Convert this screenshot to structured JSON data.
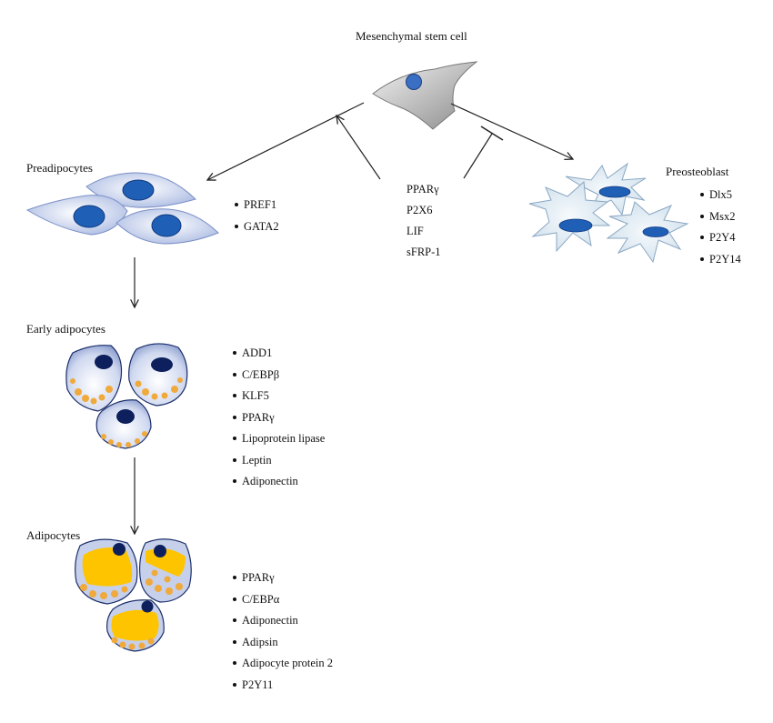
{
  "stages": {
    "msc": "Mesenchymal stem cell",
    "preadipocytes": "Preadipocytes",
    "early_adipocytes": "Early adipocytes",
    "adipocytes": "Adipocytes",
    "preosteoblast": "Preosteoblast"
  },
  "regulators": [
    "PPARγ",
    "P2X6",
    "LIF",
    "sFRP-1"
  ],
  "markers": {
    "preadipocytes": [
      "PREF1",
      "GATA2"
    ],
    "preosteoblast": [
      "Dlx5",
      "Msx2",
      "P2Y4",
      "P2Y14"
    ],
    "early_adipocytes": [
      "ADD1",
      "C/EBPβ",
      "KLF5",
      "PPARγ",
      "Lipoprotein lipase",
      "Leptin",
      "Adiponectin"
    ],
    "adipocytes": [
      "PPARγ",
      "C/EBPα",
      "Adiponectin",
      "Adipsin",
      "Adipocyte protein 2",
      "P2Y11"
    ]
  },
  "colors": {
    "cell_outline": "#2f4f8a",
    "cell_fill_light": "#e6ebf7",
    "cell_fill_mid": "#b9c6e6",
    "nucleus_blue": "#1f5fb5",
    "nucleus_dark": "#0d1f5c",
    "lipid_orange": "#f0a93b",
    "lipid_yellow": "#ffc400",
    "msc_gray": "#a8a8a8",
    "osteo_fill": "#dfe9f3"
  }
}
